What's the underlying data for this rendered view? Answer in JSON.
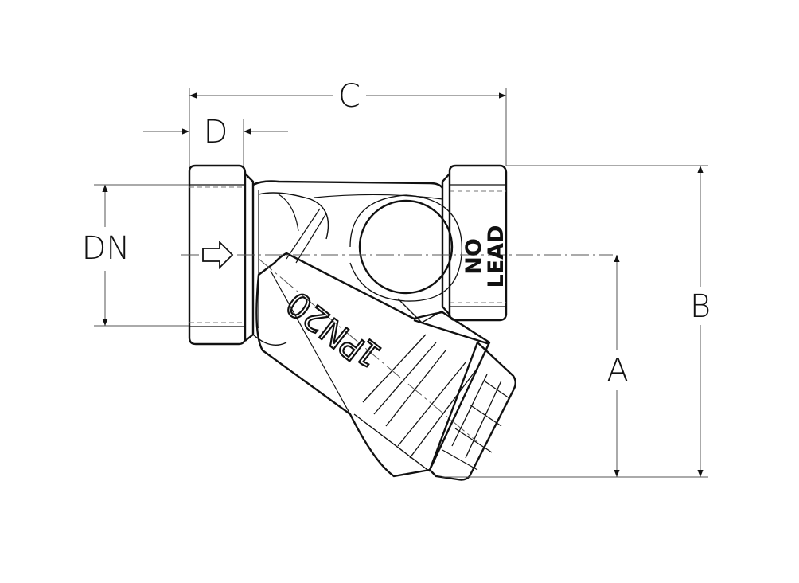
{
  "drawing": {
    "dimensions": {
      "c": "C",
      "d": "D",
      "dn": "DN",
      "a": "A",
      "b": "B"
    },
    "markings": {
      "no": "NO",
      "lead": "LEAD",
      "pressure": "PN20",
      "one": "1"
    },
    "colors": {
      "line": "#111111",
      "dim_line": "#555555",
      "background": "#ffffff"
    },
    "icons": [
      "flow-arrow-icon"
    ]
  }
}
